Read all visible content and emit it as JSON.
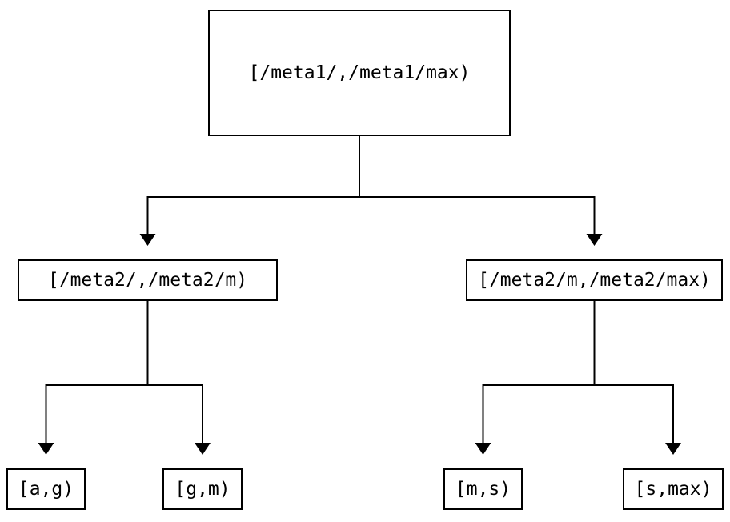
{
  "diagram": {
    "type": "interval-partition-tree",
    "background_color": "#ffffff",
    "line_color": "#000000",
    "text_color": "#000000",
    "nodes": {
      "root": {
        "label": "[/meta1/,/meta1/max)"
      },
      "left": {
        "label": "[/meta2/,/meta2/m)"
      },
      "right": {
        "label": "[/meta2/m,/meta2/max)"
      },
      "leaf_ag": {
        "label": "[a,g)"
      },
      "leaf_gm": {
        "label": "[g,m)"
      },
      "leaf_ms": {
        "label": "[m,s)"
      },
      "leaf_smax": {
        "label": "[s,max)"
      }
    },
    "edges": [
      {
        "from": "root",
        "to": "left"
      },
      {
        "from": "root",
        "to": "right"
      },
      {
        "from": "left",
        "to": "leaf_ag"
      },
      {
        "from": "left",
        "to": "leaf_gm"
      },
      {
        "from": "right",
        "to": "leaf_ms"
      },
      {
        "from": "right",
        "to": "leaf_smax"
      }
    ]
  }
}
